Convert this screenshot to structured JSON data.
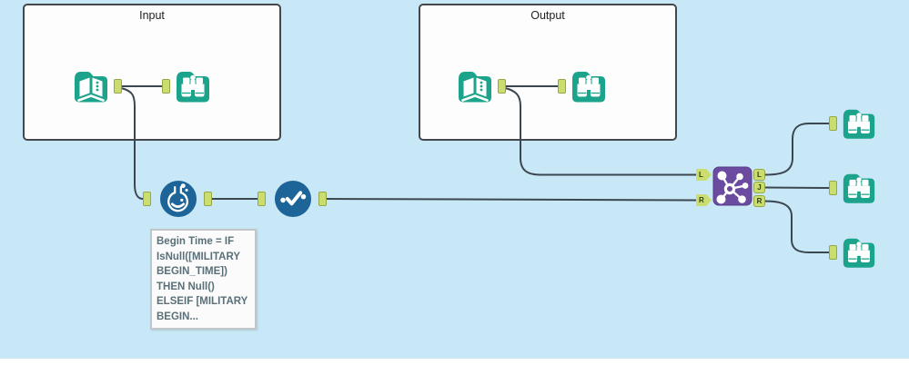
{
  "canvas": {
    "background": "#c9e8f7",
    "footer_background": "#ffffff",
    "wire_color": "#3b464f"
  },
  "colors": {
    "tool_teal": "#1ba38c",
    "tool_blue": "#1d6598",
    "join_purple": "#6b4ba0",
    "anchor_green": "#ccdd70",
    "anchor_border": "#94a844",
    "container_border": "#44484c",
    "annotation_text": "#5a7079"
  },
  "containers": [
    {
      "label": "Input"
    },
    {
      "label": "Output"
    }
  ],
  "tools": [
    {
      "name": "input-data",
      "icon": "book-folder-icon",
      "container": "Input"
    },
    {
      "name": "browse",
      "icon": "binoculars-icon",
      "container": "Input"
    },
    {
      "name": "input-data",
      "icon": "book-folder-icon",
      "container": "Output"
    },
    {
      "name": "browse",
      "icon": "binoculars-icon",
      "container": "Output"
    },
    {
      "name": "formula",
      "icon": "flask-icon"
    },
    {
      "name": "select",
      "icon": "checkmark-icon"
    },
    {
      "name": "join",
      "icon": "molecule-icon"
    },
    {
      "name": "browse-top",
      "icon": "binoculars-icon"
    },
    {
      "name": "browse-middle",
      "icon": "binoculars-icon"
    },
    {
      "name": "browse-bottom",
      "icon": "binoculars-icon"
    }
  ],
  "join": {
    "inputs": [
      {
        "label": "L"
      },
      {
        "label": "R"
      }
    ],
    "outputs": [
      {
        "label": "L"
      },
      {
        "label": "J"
      },
      {
        "label": "R"
      }
    ]
  },
  "annotation": {
    "lines": [
      "Begin Time = IF",
      "IsNull([MILITARY",
      "BEGIN_TIME])",
      "THEN Null()",
      "ELSEIF [MILITARY",
      "BEGIN..."
    ]
  }
}
